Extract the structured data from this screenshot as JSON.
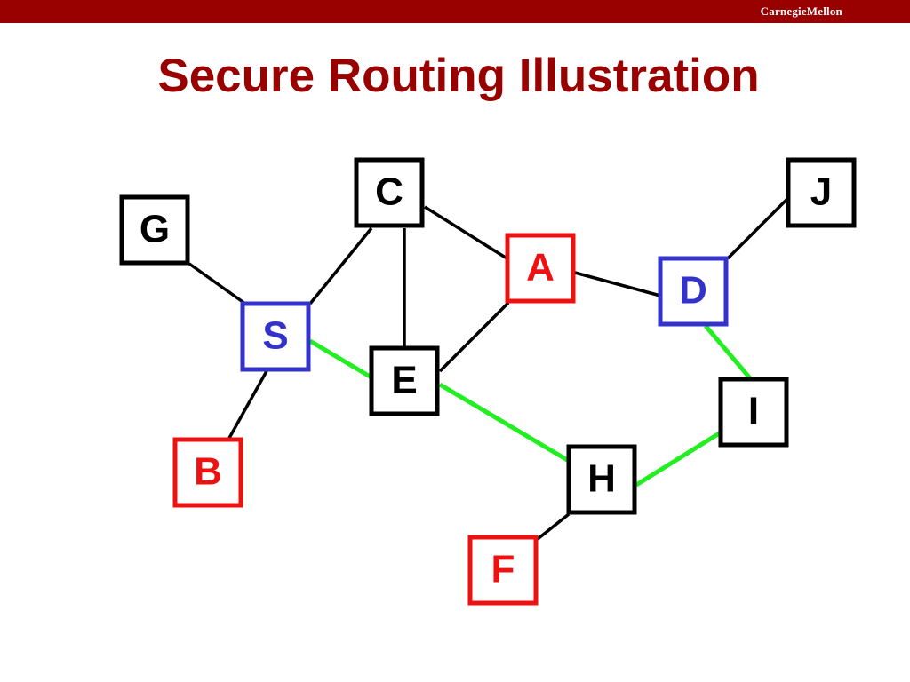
{
  "header": {
    "logo_text": "CarnegieMellon"
  },
  "slide": {
    "title": "Secure Routing Illustration"
  },
  "colors": {
    "brand": "#990000",
    "normal_node": "#000000",
    "endpoint_node": "#3333CC",
    "malicious_node": "#EE1111",
    "normal_edge": "#000000",
    "route_edge": "#22EE22"
  },
  "nodes": [
    {
      "id": "C",
      "label": "C",
      "role": "normal"
    },
    {
      "id": "J",
      "label": "J",
      "role": "normal"
    },
    {
      "id": "G",
      "label": "G",
      "role": "normal"
    },
    {
      "id": "A",
      "label": "A",
      "role": "malicious"
    },
    {
      "id": "D",
      "label": "D",
      "role": "endpoint"
    },
    {
      "id": "S",
      "label": "S",
      "role": "endpoint"
    },
    {
      "id": "E",
      "label": "E",
      "role": "normal"
    },
    {
      "id": "I",
      "label": "I",
      "role": "normal"
    },
    {
      "id": "B",
      "label": "B",
      "role": "malicious"
    },
    {
      "id": "H",
      "label": "H",
      "role": "normal"
    },
    {
      "id": "F",
      "label": "F",
      "role": "malicious"
    }
  ],
  "edges": [
    {
      "from": "G",
      "to": "S",
      "route": false
    },
    {
      "from": "S",
      "to": "C",
      "route": false
    },
    {
      "from": "C",
      "to": "E",
      "route": false
    },
    {
      "from": "C",
      "to": "A",
      "route": false
    },
    {
      "from": "A",
      "to": "E",
      "route": false
    },
    {
      "from": "A",
      "to": "D",
      "route": false
    },
    {
      "from": "D",
      "to": "J",
      "route": false
    },
    {
      "from": "S",
      "to": "B",
      "route": false
    },
    {
      "from": "H",
      "to": "F",
      "route": false
    },
    {
      "from": "S",
      "to": "E",
      "route": true
    },
    {
      "from": "E",
      "to": "H",
      "route": true
    },
    {
      "from": "H",
      "to": "I",
      "route": true
    },
    {
      "from": "I",
      "to": "D",
      "route": true
    }
  ]
}
